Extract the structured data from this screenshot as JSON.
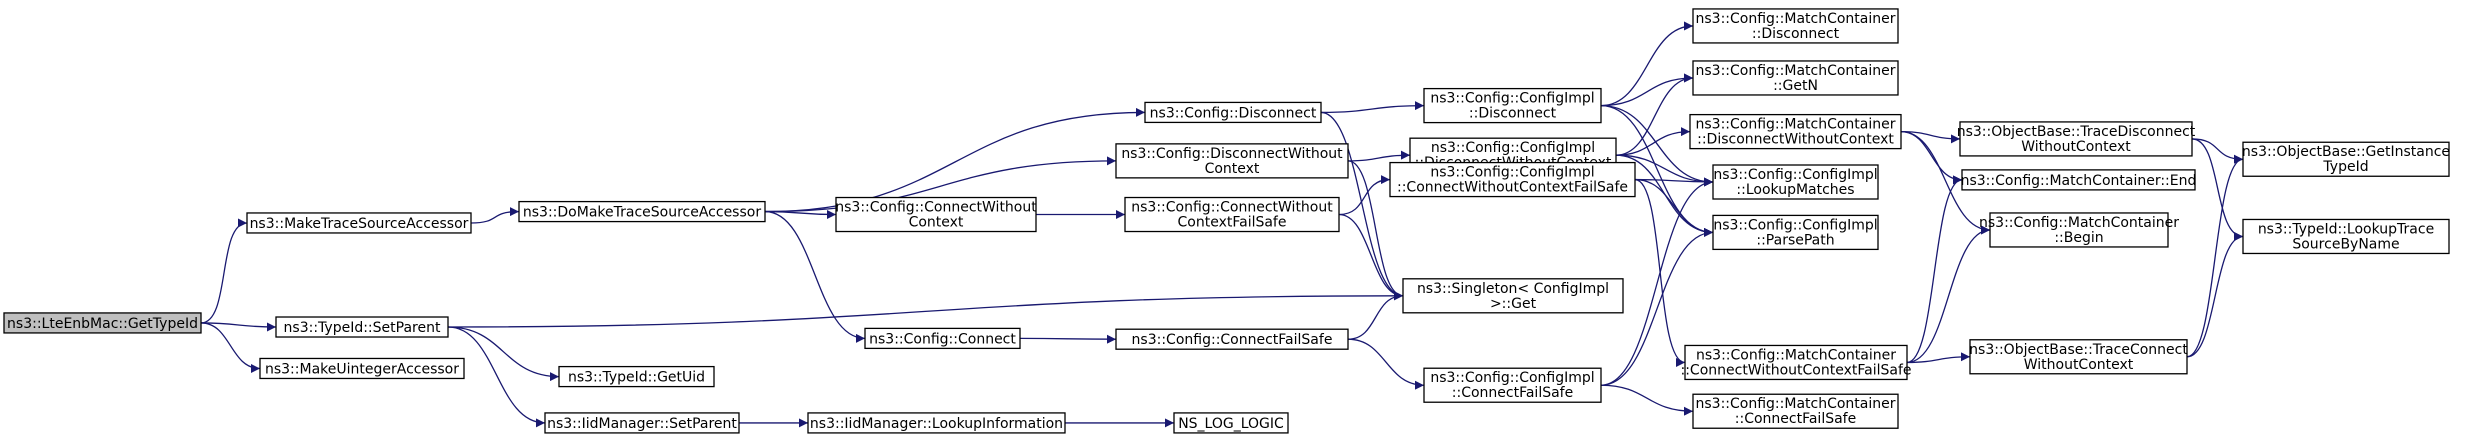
{
  "nodes": [
    {
      "id": "n1",
      "lines": [
        "ns3::LteEnbMac::GetTypeId"
      ]
    },
    {
      "id": "n2",
      "lines": [
        "ns3::MakeTraceSourceAccessor"
      ]
    },
    {
      "id": "n3",
      "lines": [
        "ns3::DoMakeTraceSourceAccessor"
      ]
    },
    {
      "id": "n4",
      "lines": [
        "ns3::Config::Disconnect"
      ]
    },
    {
      "id": "n5",
      "lines": [
        "ns3::Config::DisconnectWithout",
        "Context"
      ]
    },
    {
      "id": "n6",
      "lines": [
        "ns3::Config::ConnectWithout",
        "Context"
      ]
    },
    {
      "id": "n7",
      "lines": [
        "ns3::Config::Connect"
      ]
    },
    {
      "id": "n8",
      "lines": [
        "ns3::Config::ConnectWithout",
        "ContextFailSafe"
      ]
    },
    {
      "id": "n9",
      "lines": [
        "ns3::Config::ConnectFailSafe"
      ]
    },
    {
      "id": "n10",
      "lines": [
        "ns3::Config::ConfigImpl",
        "::Disconnect"
      ]
    },
    {
      "id": "n11",
      "lines": [
        "ns3::Config::ConfigImpl",
        "::DisconnectWithoutContext"
      ]
    },
    {
      "id": "n12",
      "lines": [
        "ns3::Config::ConfigImpl",
        "::ConnectWithoutContextFailSafe"
      ]
    },
    {
      "id": "n13",
      "lines": [
        "ns3::Singleton< ConfigImpl",
        " >::Get"
      ]
    },
    {
      "id": "n14",
      "lines": [
        "ns3::Config::ConfigImpl",
        "::ConnectFailSafe"
      ]
    },
    {
      "id": "n15",
      "lines": [
        "ns3::Config::MatchContainer",
        "::Disconnect"
      ]
    },
    {
      "id": "n16",
      "lines": [
        "ns3::Config::MatchContainer",
        "::GetN"
      ]
    },
    {
      "id": "n17",
      "lines": [
        "ns3::Config::MatchContainer",
        "::DisconnectWithoutContext"
      ]
    },
    {
      "id": "n18",
      "lines": [
        "ns3::Config::ConfigImpl",
        "::LookupMatches"
      ]
    },
    {
      "id": "n19",
      "lines": [
        "ns3::Config::ConfigImpl",
        "::ParsePath"
      ]
    },
    {
      "id": "n20",
      "lines": [
        "ns3::Config::MatchContainer",
        "::ConnectWithoutContextFailSafe"
      ]
    },
    {
      "id": "n21",
      "lines": [
        "ns3::Config::MatchContainer",
        "::ConnectFailSafe"
      ]
    },
    {
      "id": "n22",
      "lines": [
        "ns3::ObjectBase::TraceDisconnect",
        "WithoutContext"
      ]
    },
    {
      "id": "n23",
      "lines": [
        "ns3::Config::MatchContainer::End"
      ]
    },
    {
      "id": "n24",
      "lines": [
        "ns3::Config::MatchContainer",
        "::Begin"
      ]
    },
    {
      "id": "n25",
      "lines": [
        "ns3::ObjectBase::TraceConnect",
        "WithoutContext"
      ]
    },
    {
      "id": "n26",
      "lines": [
        "ns3::ObjectBase::GetInstance",
        "TypeId"
      ]
    },
    {
      "id": "n27",
      "lines": [
        "ns3::TypeId::LookupTrace",
        "SourceByName"
      ]
    },
    {
      "id": "n28",
      "lines": [
        "ns3::TypeId::SetParent"
      ]
    },
    {
      "id": "n29",
      "lines": [
        "ns3::TypeId::GetUid"
      ]
    },
    {
      "id": "n30",
      "lines": [
        "ns3::IidManager::SetParent"
      ]
    },
    {
      "id": "n31",
      "lines": [
        "ns3::IidManager::LookupInformation"
      ]
    },
    {
      "id": "n32",
      "lines": [
        "NS_LOG_LOGIC"
      ]
    },
    {
      "id": "n33",
      "lines": [
        "ns3::MakeUintegerAccessor"
      ]
    }
  ],
  "edges": [
    [
      "n1",
      "n2"
    ],
    [
      "n1",
      "n28"
    ],
    [
      "n1",
      "n33"
    ],
    [
      "n2",
      "n3"
    ],
    [
      "n3",
      "n4"
    ],
    [
      "n3",
      "n5"
    ],
    [
      "n3",
      "n6"
    ],
    [
      "n3",
      "n7"
    ],
    [
      "n4",
      "n10"
    ],
    [
      "n4",
      "n13"
    ],
    [
      "n5",
      "n11"
    ],
    [
      "n5",
      "n13"
    ],
    [
      "n6",
      "n8"
    ],
    [
      "n7",
      "n9"
    ],
    [
      "n8",
      "n12"
    ],
    [
      "n8",
      "n13"
    ],
    [
      "n9",
      "n13"
    ],
    [
      "n9",
      "n14"
    ],
    [
      "n10",
      "n15"
    ],
    [
      "n10",
      "n16"
    ],
    [
      "n10",
      "n18"
    ],
    [
      "n10",
      "n19"
    ],
    [
      "n11",
      "n16"
    ],
    [
      "n11",
      "n17"
    ],
    [
      "n11",
      "n18"
    ],
    [
      "n11",
      "n19"
    ],
    [
      "n12",
      "n18"
    ],
    [
      "n12",
      "n19"
    ],
    [
      "n12",
      "n20"
    ],
    [
      "n14",
      "n18"
    ],
    [
      "n14",
      "n19"
    ],
    [
      "n14",
      "n21"
    ],
    [
      "n17",
      "n22"
    ],
    [
      "n17",
      "n23"
    ],
    [
      "n17",
      "n24"
    ],
    [
      "n20",
      "n23"
    ],
    [
      "n20",
      "n24"
    ],
    [
      "n20",
      "n25"
    ],
    [
      "n22",
      "n26"
    ],
    [
      "n22",
      "n27"
    ],
    [
      "n25",
      "n26"
    ],
    [
      "n25",
      "n27"
    ],
    [
      "n28",
      "n13"
    ],
    [
      "n28",
      "n29"
    ],
    [
      "n28",
      "n30"
    ],
    [
      "n30",
      "n31"
    ],
    [
      "n31",
      "n32"
    ]
  ]
}
